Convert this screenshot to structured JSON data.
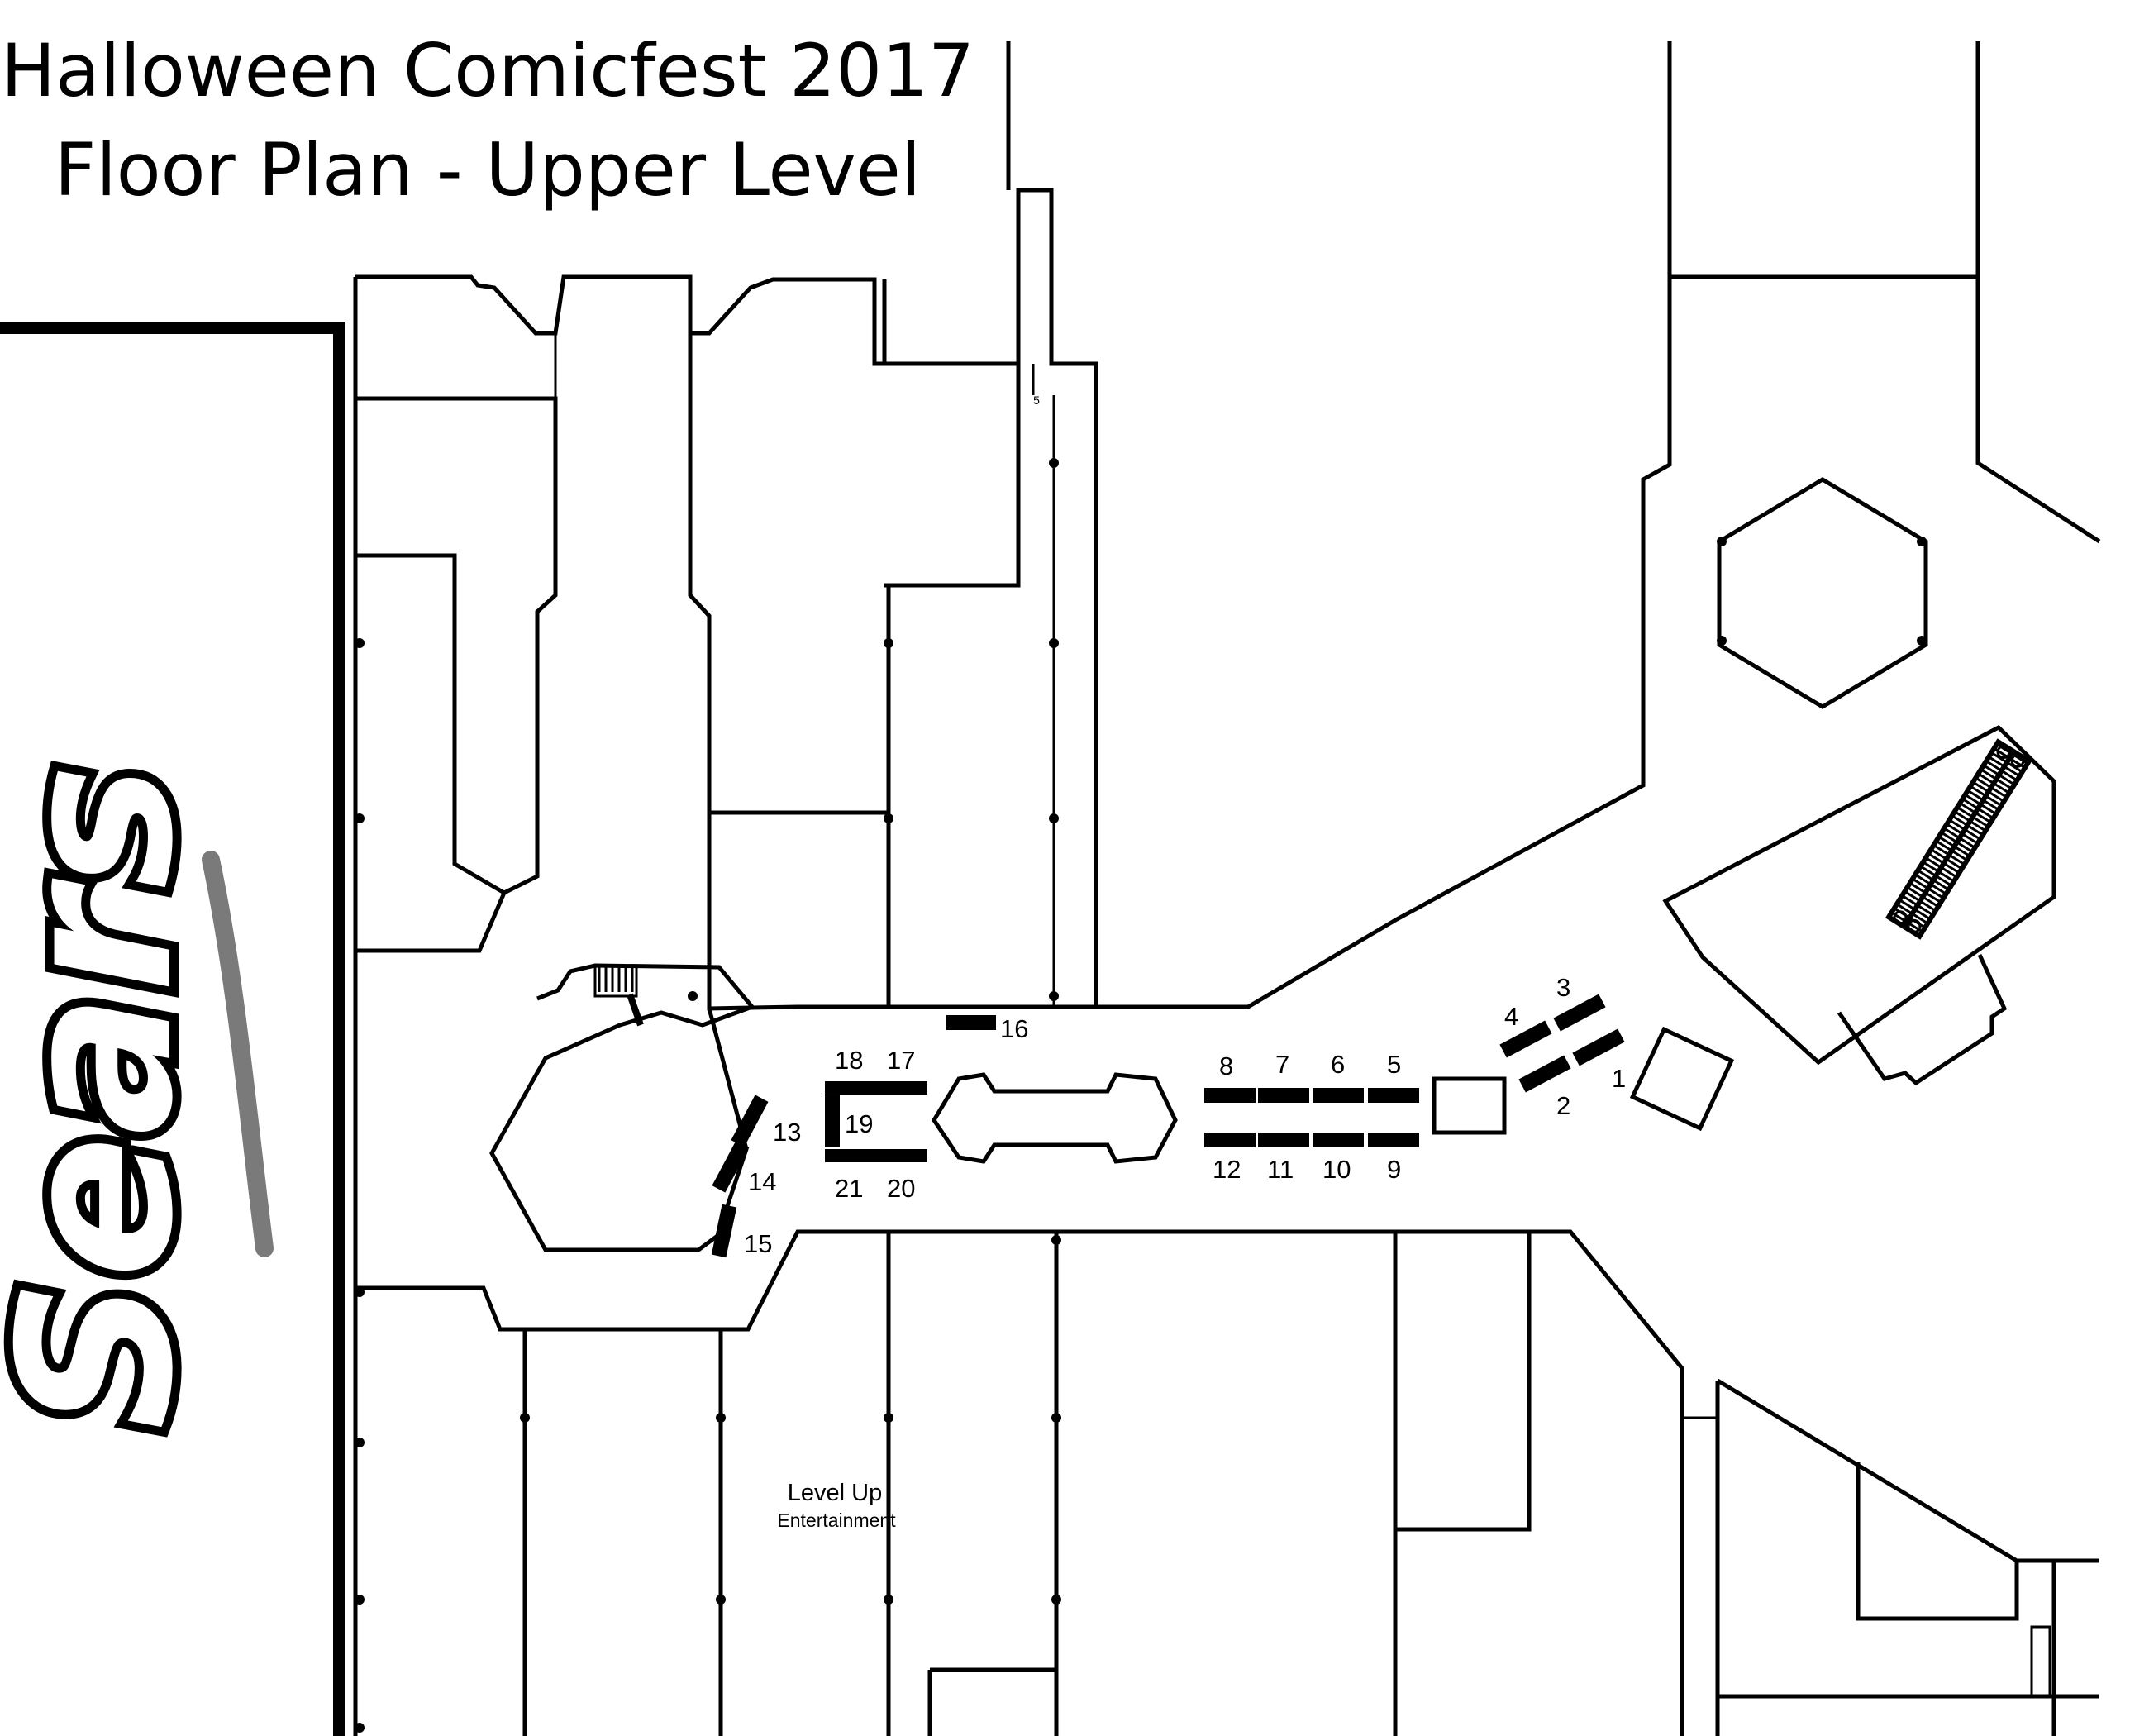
{
  "title": {
    "line1": "Halloween Comicfest 2017",
    "line2": "Floor Plan - Upper Level"
  },
  "anchor_store": {
    "logo_text": "Sears",
    "logo_color": "#000000",
    "swoosh_color": "#7a7a7a"
  },
  "store_labels": {
    "level_up_line1": "Level Up",
    "level_up_line2": "Entertainment",
    "small_unit": "5"
  },
  "tables": [
    "1",
    "2",
    "3",
    "4",
    "5",
    "6",
    "7",
    "8",
    "9",
    "10",
    "11",
    "12",
    "13",
    "14",
    "15",
    "16",
    "17",
    "18",
    "19",
    "20",
    "21"
  ],
  "colors": {
    "ink": "#000000",
    "background": "#ffffff"
  }
}
